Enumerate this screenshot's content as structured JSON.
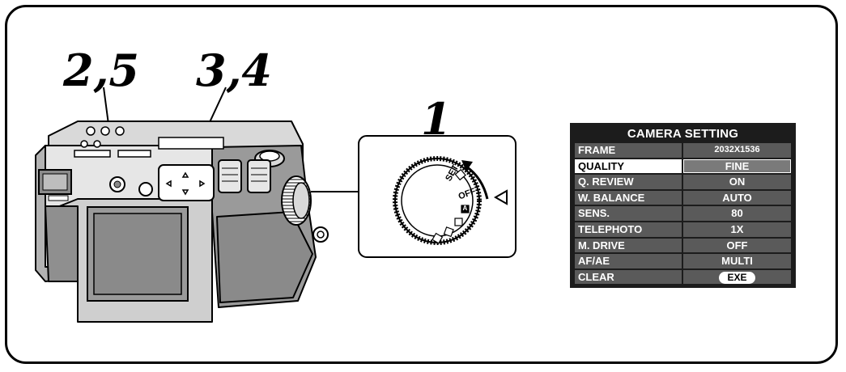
{
  "callouts": {
    "step_1": "1",
    "step_2_5": "2,5",
    "step_3_4": "3,4"
  },
  "dial": {
    "labels": [
      "SET",
      "OFF",
      "A"
    ]
  },
  "menu": {
    "title": "CAMERA SETTING",
    "rows": [
      {
        "label": "FRAME",
        "value": "2032X1536",
        "selected": false
      },
      {
        "label": "QUALITY",
        "value": "FINE",
        "selected": true
      },
      {
        "label": "Q. REVIEW",
        "value": "ON",
        "selected": false
      },
      {
        "label": "W. BALANCE",
        "value": "AUTO",
        "selected": false
      },
      {
        "label": "SENS.",
        "value": "80",
        "selected": false
      },
      {
        "label": "TELEPHOTO",
        "value": "1X",
        "selected": false
      },
      {
        "label": "M. DRIVE",
        "value": "OFF",
        "selected": false
      },
      {
        "label": "AF/AE",
        "value": "MULTI",
        "selected": false
      },
      {
        "label": "CLEAR",
        "value": "EXE",
        "selected": false
      }
    ]
  },
  "colors": {
    "line": "#000000",
    "camera_light": "#d9d9d9",
    "camera_mid": "#b3b3b3",
    "camera_dark": "#8a8a8a",
    "menu_bg": "#1c1c1c",
    "menu_cell": "#5a5a5a"
  }
}
